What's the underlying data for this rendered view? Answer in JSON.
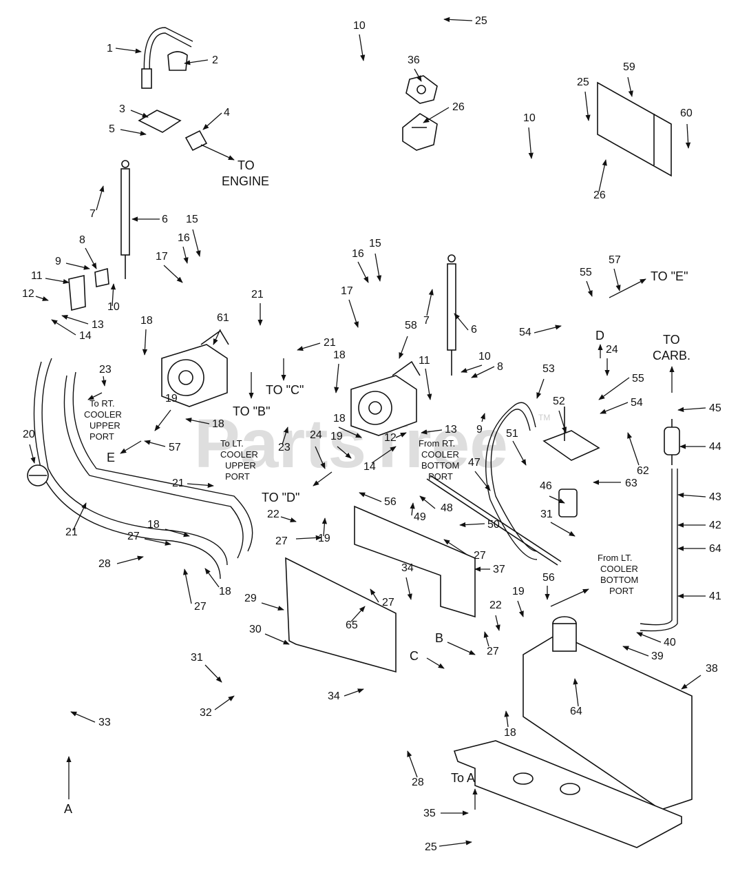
{
  "watermark": {
    "text": "PartsTree",
    "tm": "TM"
  },
  "callouts": [
    {
      "id": "c1",
      "text": "1"
    },
    {
      "id": "c2",
      "text": "2"
    },
    {
      "id": "c3",
      "text": "3"
    },
    {
      "id": "c4",
      "text": "4"
    },
    {
      "id": "c5",
      "text": "5"
    },
    {
      "id": "c6a",
      "text": "6"
    },
    {
      "id": "c6b",
      "text": "6"
    },
    {
      "id": "c7a",
      "text": "7"
    },
    {
      "id": "c7b",
      "text": "7"
    },
    {
      "id": "c8a",
      "text": "8"
    },
    {
      "id": "c8b",
      "text": "8"
    },
    {
      "id": "c9a",
      "text": "9"
    },
    {
      "id": "c9b",
      "text": "9"
    },
    {
      "id": "c10a",
      "text": "10"
    },
    {
      "id": "c10b",
      "text": "10"
    },
    {
      "id": "c10c",
      "text": "10"
    },
    {
      "id": "c10d",
      "text": "10"
    },
    {
      "id": "c11a",
      "text": "11"
    },
    {
      "id": "c11b",
      "text": "11"
    },
    {
      "id": "c12a",
      "text": "12"
    },
    {
      "id": "c12b",
      "text": "12"
    },
    {
      "id": "c13a",
      "text": "13"
    },
    {
      "id": "c13b",
      "text": "13"
    },
    {
      "id": "c14a",
      "text": "14"
    },
    {
      "id": "c14b",
      "text": "14"
    },
    {
      "id": "c15a",
      "text": "15"
    },
    {
      "id": "c15b",
      "text": "15"
    },
    {
      "id": "c16a",
      "text": "16"
    },
    {
      "id": "c16b",
      "text": "16"
    },
    {
      "id": "c17a",
      "text": "17"
    },
    {
      "id": "c17b",
      "text": "17"
    },
    {
      "id": "c18a",
      "text": "18"
    },
    {
      "id": "c18b",
      "text": "18"
    },
    {
      "id": "c18c",
      "text": "18"
    },
    {
      "id": "c18d",
      "text": "18"
    },
    {
      "id": "c18e",
      "text": "18"
    },
    {
      "id": "c18f",
      "text": "18"
    },
    {
      "id": "c18g",
      "text": "18"
    },
    {
      "id": "c19a",
      "text": "19"
    },
    {
      "id": "c19b",
      "text": "19"
    },
    {
      "id": "c19c",
      "text": "19"
    },
    {
      "id": "c19d",
      "text": "19"
    },
    {
      "id": "c20",
      "text": "20"
    },
    {
      "id": "c21a",
      "text": "21"
    },
    {
      "id": "c21b",
      "text": "21"
    },
    {
      "id": "c21c",
      "text": "21"
    },
    {
      "id": "c21d",
      "text": "21"
    },
    {
      "id": "c22a",
      "text": "22"
    },
    {
      "id": "c22b",
      "text": "22"
    },
    {
      "id": "c23a",
      "text": "23"
    },
    {
      "id": "c23b",
      "text": "23"
    },
    {
      "id": "c24a",
      "text": "24"
    },
    {
      "id": "c24b",
      "text": "24"
    },
    {
      "id": "c25a",
      "text": "25"
    },
    {
      "id": "c25b",
      "text": "25"
    },
    {
      "id": "c25c",
      "text": "25"
    },
    {
      "id": "c26a",
      "text": "26"
    },
    {
      "id": "c26b",
      "text": "26"
    },
    {
      "id": "c27a",
      "text": "27"
    },
    {
      "id": "c27b",
      "text": "27"
    },
    {
      "id": "c27c",
      "text": "27"
    },
    {
      "id": "c27d",
      "text": "27"
    },
    {
      "id": "c27e",
      "text": "27"
    },
    {
      "id": "c27f",
      "text": "27"
    },
    {
      "id": "c28a",
      "text": "28"
    },
    {
      "id": "c28b",
      "text": "28"
    },
    {
      "id": "c29",
      "text": "29"
    },
    {
      "id": "c30",
      "text": "30"
    },
    {
      "id": "c31a",
      "text": "31"
    },
    {
      "id": "c31b",
      "text": "31"
    },
    {
      "id": "c32",
      "text": "32"
    },
    {
      "id": "c33",
      "text": "33"
    },
    {
      "id": "c34a",
      "text": "34"
    },
    {
      "id": "c34b",
      "text": "34"
    },
    {
      "id": "c35",
      "text": "35"
    },
    {
      "id": "c36",
      "text": "36"
    },
    {
      "id": "c37",
      "text": "37"
    },
    {
      "id": "c38",
      "text": "38"
    },
    {
      "id": "c39",
      "text": "39"
    },
    {
      "id": "c40",
      "text": "40"
    },
    {
      "id": "c41",
      "text": "41"
    },
    {
      "id": "c42",
      "text": "42"
    },
    {
      "id": "c43",
      "text": "43"
    },
    {
      "id": "c44",
      "text": "44"
    },
    {
      "id": "c45",
      "text": "45"
    },
    {
      "id": "c46",
      "text": "46"
    },
    {
      "id": "c47",
      "text": "47"
    },
    {
      "id": "c48",
      "text": "48"
    },
    {
      "id": "c49",
      "text": "49"
    },
    {
      "id": "c50",
      "text": "50"
    },
    {
      "id": "c51",
      "text": "51"
    },
    {
      "id": "c52",
      "text": "52"
    },
    {
      "id": "c53",
      "text": "53"
    },
    {
      "id": "c54a",
      "text": "54"
    },
    {
      "id": "c54b",
      "text": "54"
    },
    {
      "id": "c55a",
      "text": "55"
    },
    {
      "id": "c55b",
      "text": "55"
    },
    {
      "id": "c56a",
      "text": "56"
    },
    {
      "id": "c56b",
      "text": "56"
    },
    {
      "id": "c57a",
      "text": "57"
    },
    {
      "id": "c57b",
      "text": "57"
    },
    {
      "id": "c58",
      "text": "58"
    },
    {
      "id": "c59",
      "text": "59"
    },
    {
      "id": "c60",
      "text": "60"
    },
    {
      "id": "c61",
      "text": "61"
    },
    {
      "id": "c62",
      "text": "62"
    },
    {
      "id": "c63",
      "text": "63"
    },
    {
      "id": "c64a",
      "text": "64"
    },
    {
      "id": "c64b",
      "text": "64"
    },
    {
      "id": "c65",
      "text": "65"
    }
  ],
  "destinations": {
    "to_engine": [
      "TO",
      "ENGINE"
    ],
    "to_e": "TO \"E\"",
    "to_carb": [
      "TO",
      "CARB."
    ],
    "to_b": "TO \"B\"",
    "to_c": "TO \"C\"",
    "to_d": "TO \"D\"",
    "letter_e": "E",
    "letter_d": "D",
    "letter_b": "B",
    "letter_c": "C",
    "letter_a": "A",
    "to_a": "To A"
  },
  "notes": {
    "rt_cooler_upper": [
      "To RT.",
      "COOLER",
      "UPPER",
      "PORT"
    ],
    "lt_cooler_upper": [
      "To LT.",
      "COOLER",
      "UPPER",
      "PORT"
    ],
    "rt_cooler_bottom": [
      "From RT.",
      "COOLER",
      "BOTTOM",
      "PORT"
    ],
    "lt_cooler_bottom": [
      "From LT.",
      "COOLER",
      "BOTTOM",
      "PORT"
    ]
  }
}
